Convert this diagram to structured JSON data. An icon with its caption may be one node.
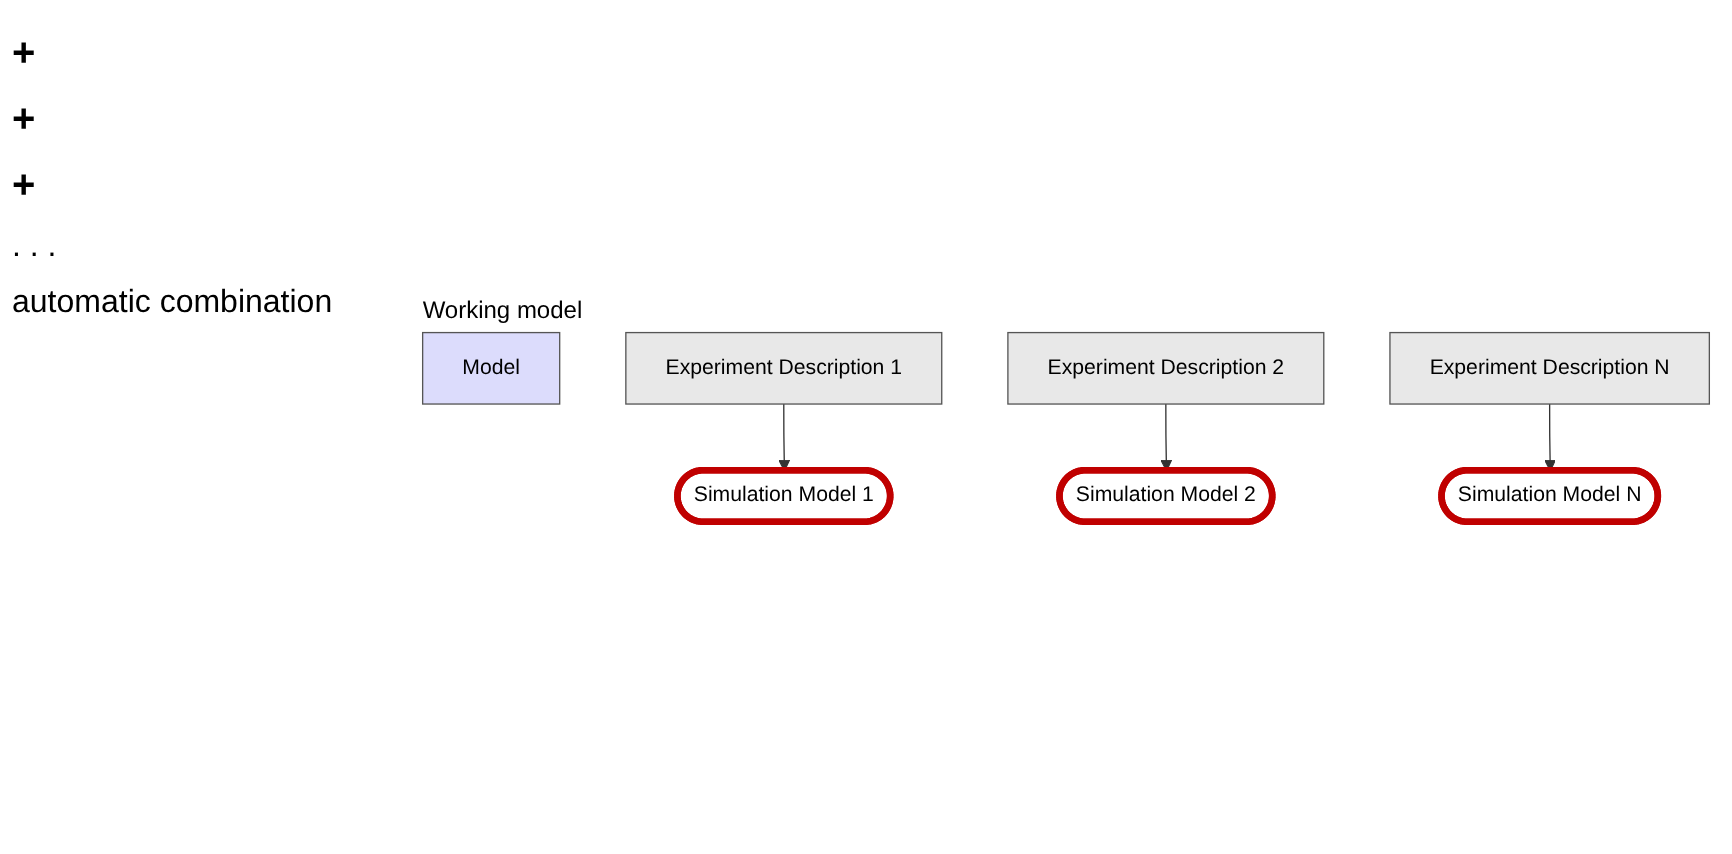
{
  "diagram": {
    "nodes": [
      {
        "text": [
          "Model"
        ],
        "beside": [
          "Working model"
        ]
      },
      {
        "text": [
          "Experiment Description 1"
        ]
      },
      {
        "text": [
          "Experiment Description 2"
        ]
      },
      {
        "text": [
          "Experiment Description N"
        ]
      },
      {
        "text": [
          "Simulation Model 1"
        ]
      },
      {
        "text": [
          "Simulation Model 2"
        ]
      },
      {
        "text": [
          "Simulation Model N"
        ]
      }
    ],
    "edges": [
      {
        "from": 1,
        "to": 4,
        "arrow": "to"
      },
      {
        "from": 2,
        "to": 5,
        "arrow": "to"
      },
      {
        "from": 3,
        "to": 6,
        "arrow": "to"
      }
    ],
    "labels": [
      "+",
      "+",
      "+",
      ". . .",
      "automatic combination"
    ]
  }
}
